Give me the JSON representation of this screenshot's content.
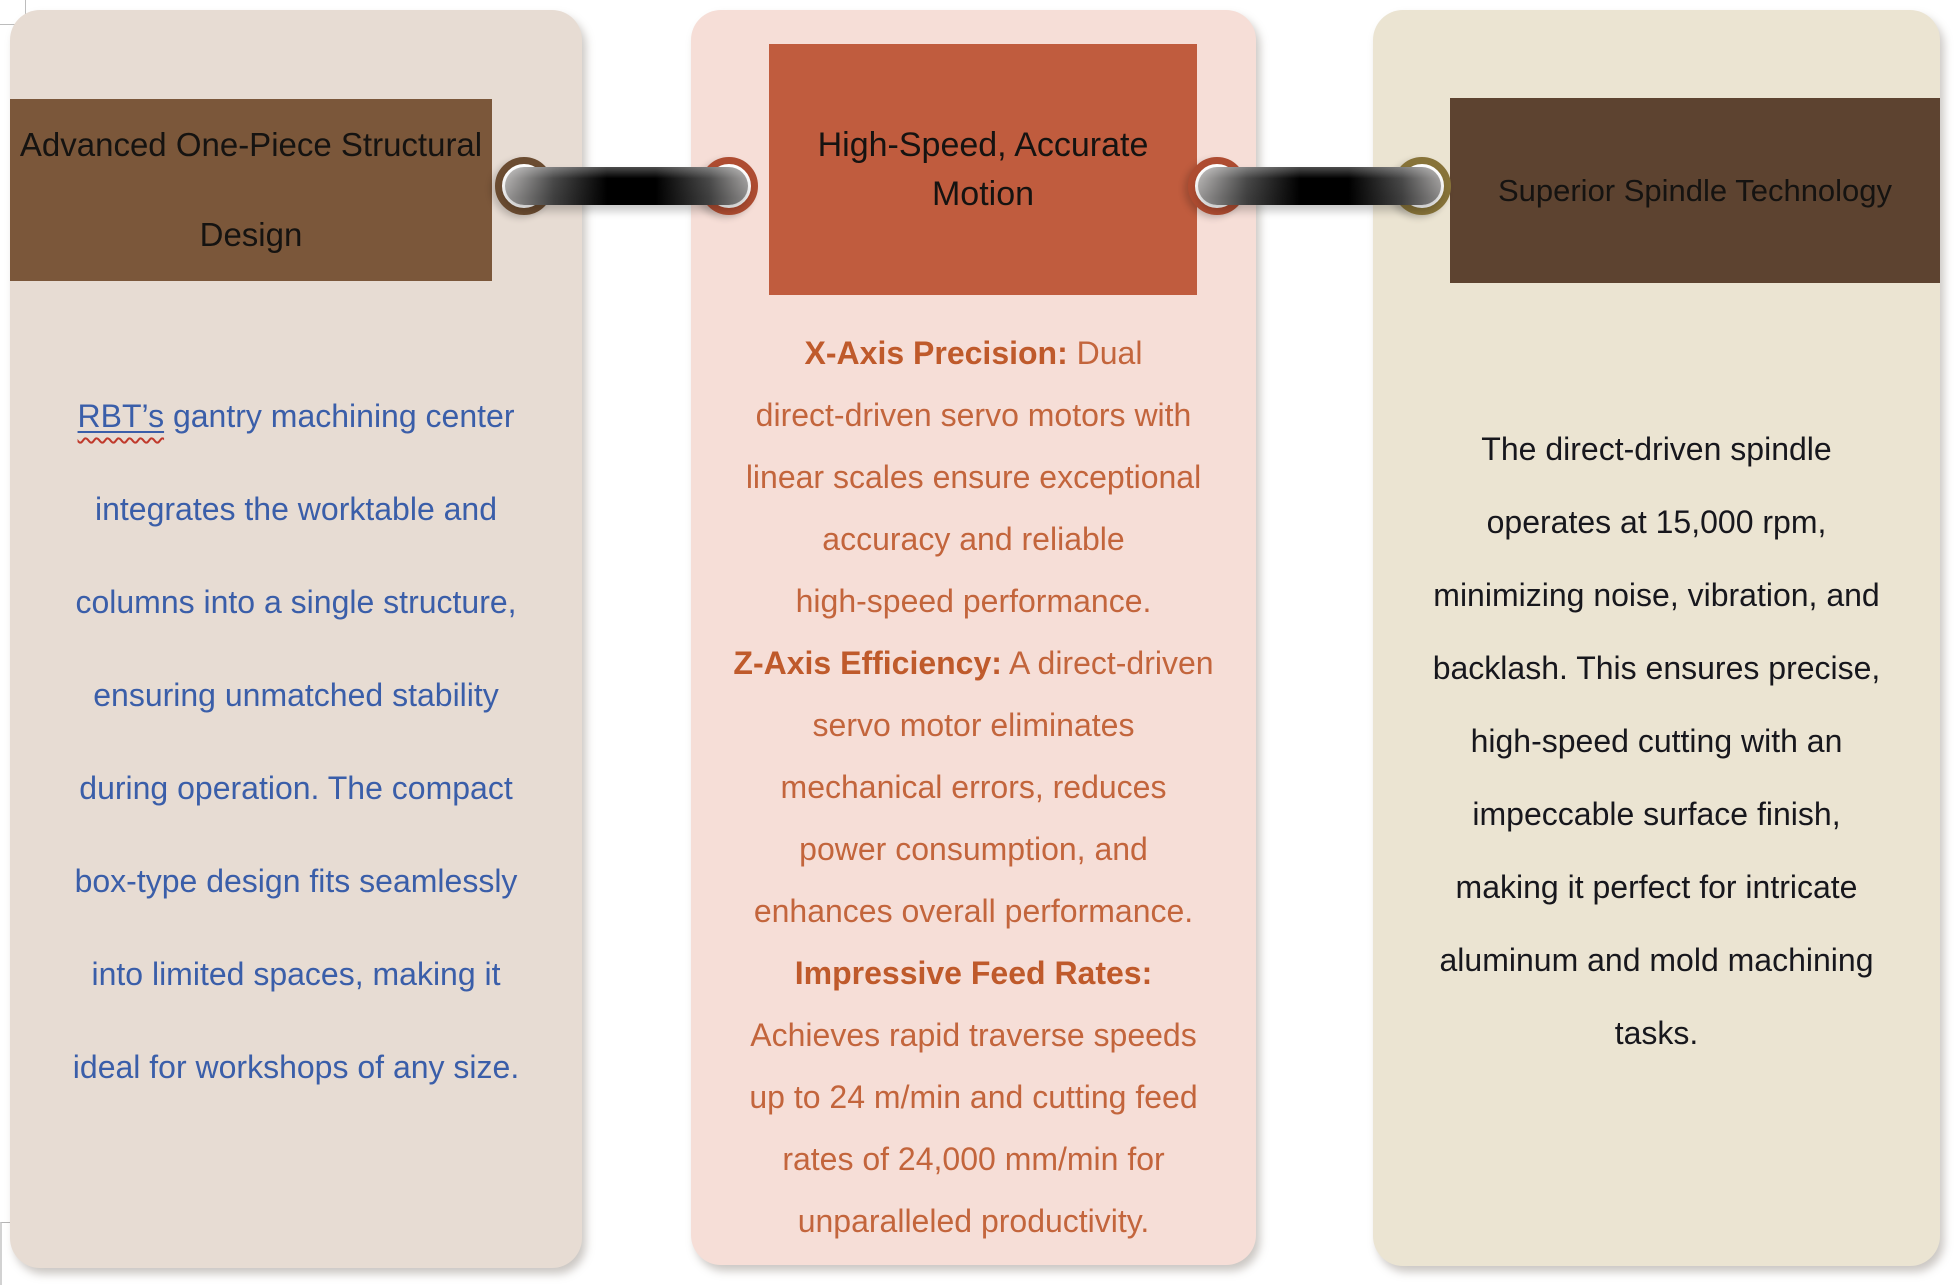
{
  "page": {
    "type": "document-page-with-linked-cards",
    "background": "#ffffff"
  },
  "cards": [
    {
      "name": "structural-design",
      "bg": "#e7dcd3",
      "header": {
        "bg": "#7b573a",
        "text_color": "#151311",
        "lines": [
          "Advanced One-Piece Structural",
          "Design"
        ]
      },
      "body_color": "#3a5ea9",
      "lines": [
        [
          {
            "t": "RBT’s",
            "s": "underline"
          },
          {
            "t": " gantry machining center",
            "s": ""
          }
        ],
        [
          {
            "t": "integrates the worktable and",
            "s": ""
          }
        ],
        [
          {
            "t": "columns into a single structure,",
            "s": ""
          }
        ],
        [
          {
            "t": "ensuring unmatched stability",
            "s": ""
          }
        ],
        [
          {
            "t": "during operation. The compact",
            "s": ""
          }
        ],
        [
          {
            "t": "box-type design fits seamlessly",
            "s": ""
          }
        ],
        [
          {
            "t": "into limited spaces, making it",
            "s": ""
          }
        ],
        [
          {
            "t": "ideal for workshops of any size.",
            "s": ""
          }
        ]
      ]
    },
    {
      "name": "high-speed-motion",
      "bg": "#f6ded7",
      "header": {
        "bg": "#c05c3e",
        "text_color": "#151311",
        "lines": [
          "High-Speed, Accurate",
          "Motion"
        ]
      },
      "body_color": "#c3653c",
      "bold_color": "#bf5a2b",
      "lines": [
        [
          {
            "t": "X-Axis Precision:",
            "s": "bold"
          },
          {
            "t": " Dual",
            "s": ""
          }
        ],
        [
          {
            "t": "direct-driven servo motors with",
            "s": ""
          }
        ],
        [
          {
            "t": "linear scales ensure exceptional",
            "s": ""
          }
        ],
        [
          {
            "t": "accuracy and reliable",
            "s": ""
          }
        ],
        [
          {
            "t": "high-speed performance.",
            "s": ""
          }
        ],
        [
          {
            "t": "Z-Axis Efficiency:",
            "s": "bold"
          },
          {
            "t": " A direct-driven",
            "s": ""
          }
        ],
        [
          {
            "t": "servo motor eliminates",
            "s": ""
          }
        ],
        [
          {
            "t": "mechanical errors, reduces",
            "s": ""
          }
        ],
        [
          {
            "t": "power consumption, and",
            "s": ""
          }
        ],
        [
          {
            "t": "enhances overall performance.",
            "s": ""
          }
        ],
        [
          {
            "t": "Impressive Feed Rates:",
            "s": "bold"
          }
        ],
        [
          {
            "t": "Achieves rapid traverse speeds",
            "s": ""
          }
        ],
        [
          {
            "t": "up to 24 m/min and cutting feed",
            "s": ""
          }
        ],
        [
          {
            "t": "rates of 24,000 mm/min for",
            "s": ""
          }
        ],
        [
          {
            "t": "unparalleled productivity.",
            "s": ""
          }
        ]
      ]
    },
    {
      "name": "spindle-technology",
      "bg": "#ebe4d2",
      "header": {
        "bg": "#5d4330",
        "text_color": "#151311",
        "lines": [
          "Superior Spindle Technology"
        ]
      },
      "body_color": "#17171d",
      "lines": [
        [
          {
            "t": "The direct-driven spindle",
            "s": ""
          }
        ],
        [
          {
            "t": "operates at 15,000 rpm,",
            "s": ""
          }
        ],
        [
          {
            "t": "minimizing noise, vibration, and",
            "s": ""
          }
        ],
        [
          {
            "t": "backlash. This ensures precise,",
            "s": ""
          }
        ],
        [
          {
            "t": "high-speed cutting with an",
            "s": ""
          }
        ],
        [
          {
            "t": "impeccable surface finish,",
            "s": ""
          }
        ],
        [
          {
            "t": "making it perfect for intricate",
            "s": ""
          }
        ],
        [
          {
            "t": "aluminum and mold machining",
            "s": ""
          }
        ],
        [
          {
            "t": "tasks.",
            "s": ""
          }
        ]
      ]
    }
  ],
  "connectors": [
    {
      "left_ring_color": "#6b4c31",
      "right_ring_color": "#ae4c31",
      "bar_colors": [
        "#b3b1b0",
        "#000000",
        "#a3a1a0"
      ]
    },
    {
      "left_ring_color": "#ae4c31",
      "right_ring_color": "#877339",
      "bar_colors": [
        "#b3b1b0",
        "#000000",
        "#a3a1a0"
      ]
    }
  ]
}
